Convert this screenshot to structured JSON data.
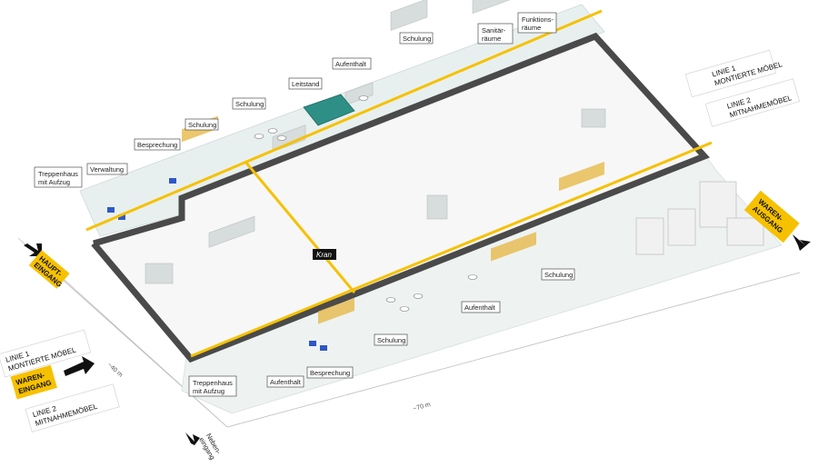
{
  "rooms_upper": {
    "treppenhaus_l1": "Treppenhaus",
    "treppenhaus_l2": "mit Aufzug",
    "verwaltung": "Verwaltung",
    "besprechung": "Besprechung",
    "schulung_1": "Schulung",
    "schulung_2": "Schulung",
    "leitstand": "Leitstand",
    "aufenthalt": "Aufenthalt",
    "schulung_3": "Schulung",
    "sanitaer_l1": "Sanitär-",
    "sanitaer_l2": "räume",
    "funktion_l1": "Funktions-",
    "funktion_l2": "räume"
  },
  "rooms_lower": {
    "treppenhaus_l1": "Treppenhaus",
    "treppenhaus_l2": "mit Aufzug",
    "aufenthalt_1": "Aufenthalt",
    "besprechung": "Besprechung",
    "schulung_1": "Schulung",
    "aufenthalt_2": "Aufenthalt",
    "schulung_2": "Schulung"
  },
  "kran": "Kran",
  "entrances": {
    "haupt_l1": "HAUPT-",
    "haupt_l2": "EINGANG",
    "waren_aus_l1": "WAREN-",
    "waren_aus_l2": "AUSGANG",
    "waren_ein_l1": "WAREN-",
    "waren_ein_l2": "EINGANG",
    "neben_l1": "Neben-",
    "neben_l2": "eingang"
  },
  "lines": {
    "right_1_l1": "LINIE 1",
    "right_1_l2": "MONTIERTE MÖBEL",
    "right_2_l1": "LINIE 2",
    "right_2_l2": "MITNAHMEMÖBEL",
    "left_1_l1": "LINIE 1",
    "left_1_l2": "MONTIERTE MÖBEL",
    "left_2_l1": "LINIE 2",
    "left_2_l2": "MITNAHMEMÖBEL"
  },
  "dimensions": {
    "width": "~40 m",
    "length": "~70 m"
  },
  "colors": {
    "accent_yellow": "#f6c100",
    "wall_dark": "#4a4a4a",
    "room_tint": "#dcebea",
    "floor": "#f7f7f7",
    "leitstand_teal": "#2e8f86"
  }
}
